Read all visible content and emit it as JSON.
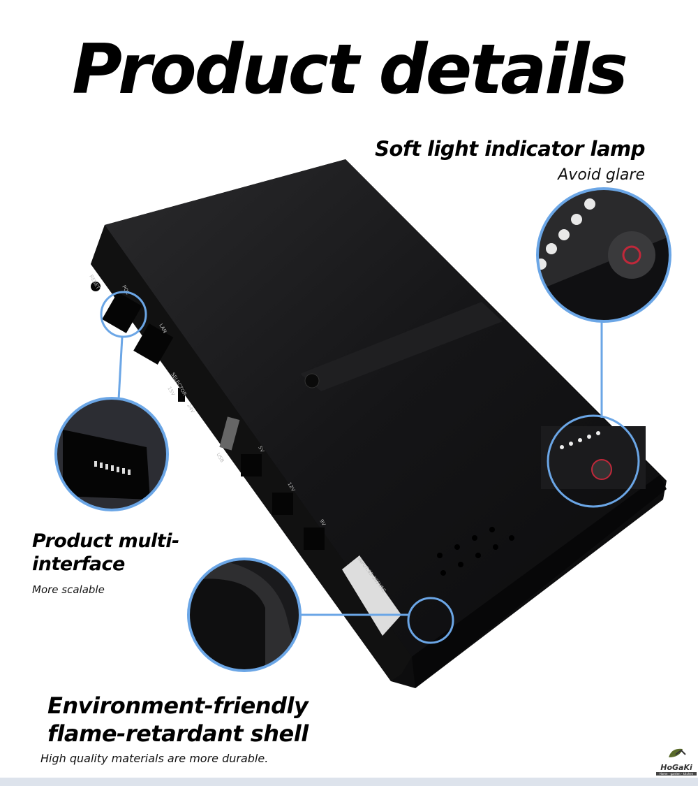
{
  "title": "Product details",
  "features": [
    {
      "heading": "Soft light indicator lamp",
      "sub": "Avoid glare"
    },
    {
      "heading": "Product multi-interface",
      "sub": "More scalable"
    },
    {
      "heading": "Environment-friendly flame-retardant shell",
      "sub": "High quality materials are more durable."
    }
  ],
  "device_labels": {
    "reset": "RESET",
    "poe": "POE",
    "lan": "LAN",
    "selector": "SELECTOR",
    "v15": "15V",
    "v24": "24V",
    "usb": "USB",
    "v5": "5V",
    "v12": "12V",
    "v9": "9V",
    "input": "INPUT:85-265VAC"
  },
  "logo": {
    "name": "HoGaKi",
    "tagline": "Home - garden - kitchen"
  },
  "colors": {
    "callout": "#6ba6e6",
    "device": "#1c1c1e",
    "led": "#e8e8e8",
    "power": "#c0283a"
  }
}
